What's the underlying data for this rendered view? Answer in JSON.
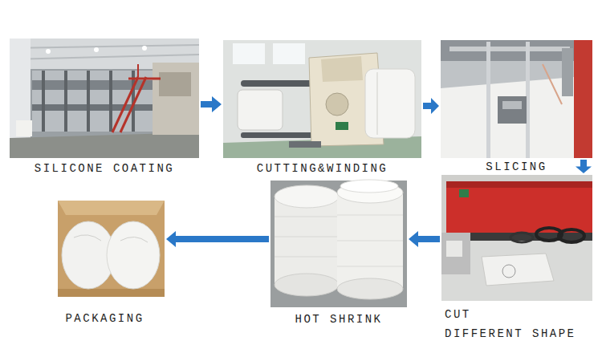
{
  "diagram": {
    "nodes": [
      {
        "text": [
          "SILICONE COATING"
        ]
      },
      {
        "text": [
          "CUTTING&WINDING"
        ]
      },
      {
        "text": [
          "SLICING"
        ]
      },
      {
        "text": [
          "CUT DIFFERENT SHAPE"
        ]
      },
      {
        "text": [
          "HOT SHRINK"
        ]
      },
      {
        "text": [
          "PACKAGING"
        ]
      }
    ],
    "edges": [
      {
        "from": 0,
        "to": 1,
        "arrow": "to"
      },
      {
        "from": 1,
        "to": 2,
        "arrow": "to"
      },
      {
        "from": 2,
        "to": 3,
        "arrow": "to"
      },
      {
        "from": 3,
        "to": 4,
        "arrow": "to"
      },
      {
        "from": 4,
        "to": 5,
        "arrow": "to"
      }
    ]
  }
}
